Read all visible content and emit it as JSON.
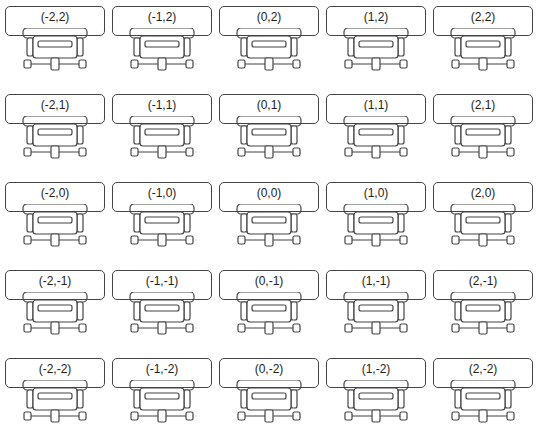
{
  "diagram": {
    "nodes": [
      {
        "text": [
          "(-2,2)"
        ]
      },
      {
        "text": [
          "(-1,2)"
        ]
      },
      {
        "text": [
          "(0,2)"
        ]
      },
      {
        "text": [
          "(1,2)"
        ]
      },
      {
        "text": [
          "(2,2)"
        ]
      },
      {
        "text": [
          "(-2,1)"
        ]
      },
      {
        "text": [
          "(-1,1)"
        ]
      },
      {
        "text": [
          "(0,1)"
        ]
      },
      {
        "text": [
          "(1,1)"
        ]
      },
      {
        "text": [
          "(2,1)"
        ]
      },
      {
        "text": [
          "(-2,0)"
        ]
      },
      {
        "text": [
          "(-1,0)"
        ]
      },
      {
        "text": [
          "(0,0)"
        ]
      },
      {
        "text": [
          "(1,0)"
        ]
      },
      {
        "text": [
          "(2,0)"
        ]
      },
      {
        "text": [
          "(-2,-1)"
        ]
      },
      {
        "text": [
          "(-1,-1)"
        ]
      },
      {
        "text": [
          "(0,-1)"
        ]
      },
      {
        "text": [
          "(1,-1)"
        ]
      },
      {
        "text": [
          "(2,-1)"
        ]
      },
      {
        "text": [
          "(-2,-2)"
        ]
      },
      {
        "text": [
          "(-1,-2)"
        ]
      },
      {
        "text": [
          "(0,-2)"
        ]
      },
      {
        "text": [
          "(1,-2)"
        ]
      },
      {
        "text": [
          "(2,-2)"
        ]
      }
    ]
  }
}
